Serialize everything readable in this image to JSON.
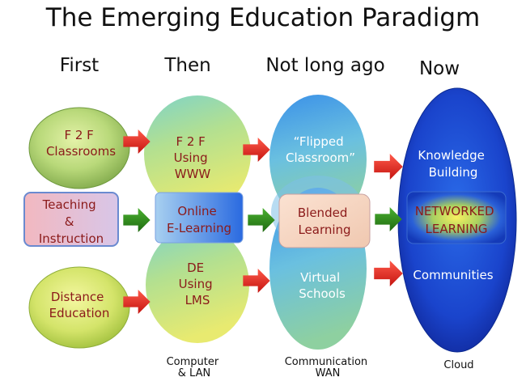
{
  "title": "The Emerging Education Paradigm",
  "columns": [
    "First",
    "Then",
    "Not long ago",
    "Now"
  ],
  "first": {
    "top": [
      "F 2 F",
      "Classrooms"
    ],
    "mid": [
      "Teaching",
      "&",
      "Instruction"
    ],
    "bottom": [
      "Distance",
      "Education"
    ]
  },
  "then": {
    "top": [
      "F 2 F",
      "Using",
      "WWW"
    ],
    "mid": [
      "Online",
      "E-Learning"
    ],
    "bottom": [
      "DE",
      "Using",
      "LMS"
    ],
    "footer": [
      "Computer",
      "& LAN"
    ]
  },
  "notlong": {
    "top": [
      "“Flipped",
      "Classroom”"
    ],
    "mid": [
      "Blended",
      "Learning"
    ],
    "bottom": [
      "Virtual",
      "Schools"
    ],
    "footer": [
      "Communication",
      "WAN"
    ]
  },
  "now": {
    "top": [
      "Knowledge",
      "Building"
    ],
    "mid": [
      "NETWORKED",
      "LEARNING"
    ],
    "bottom": [
      "Communities"
    ],
    "footer": [
      "Cloud"
    ]
  },
  "colors": {
    "red_arrow": "#e8221b",
    "green_arrow": "#2d8a1c",
    "now_blue": "#1a3fc8",
    "dark_red_text": "#8b1a1a"
  }
}
